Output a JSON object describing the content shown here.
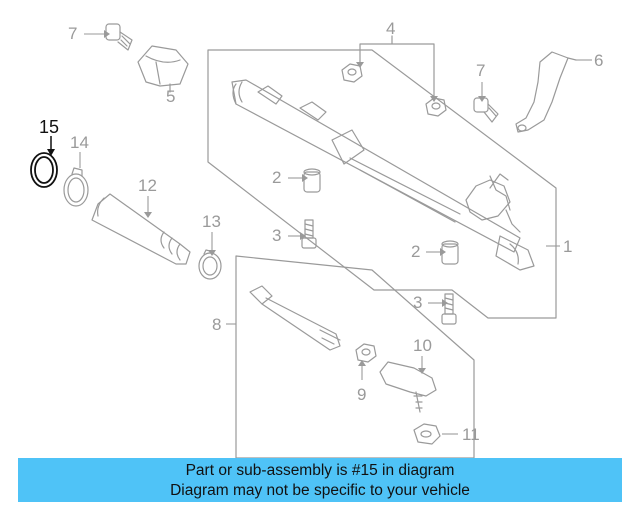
{
  "callouts": {
    "c1": "1",
    "c2a": "2",
    "c2b": "2",
    "c3a": "3",
    "c3b": "3",
    "c4": "4",
    "c5": "5",
    "c6": "6",
    "c7a": "7",
    "c7b": "7",
    "c8": "8",
    "c9": "9",
    "c10": "10",
    "c11": "11",
    "c12": "12",
    "c13": "13",
    "c14": "14",
    "c15": "15"
  },
  "highlight_part": "15",
  "colors": {
    "line": "#9a9a9a",
    "highlight": "#111111",
    "banner": "#4fc3f7"
  },
  "banner": {
    "line1": "Part or sub-assembly is #15 in diagram",
    "line2": "Diagram may not be specific to your vehicle"
  }
}
